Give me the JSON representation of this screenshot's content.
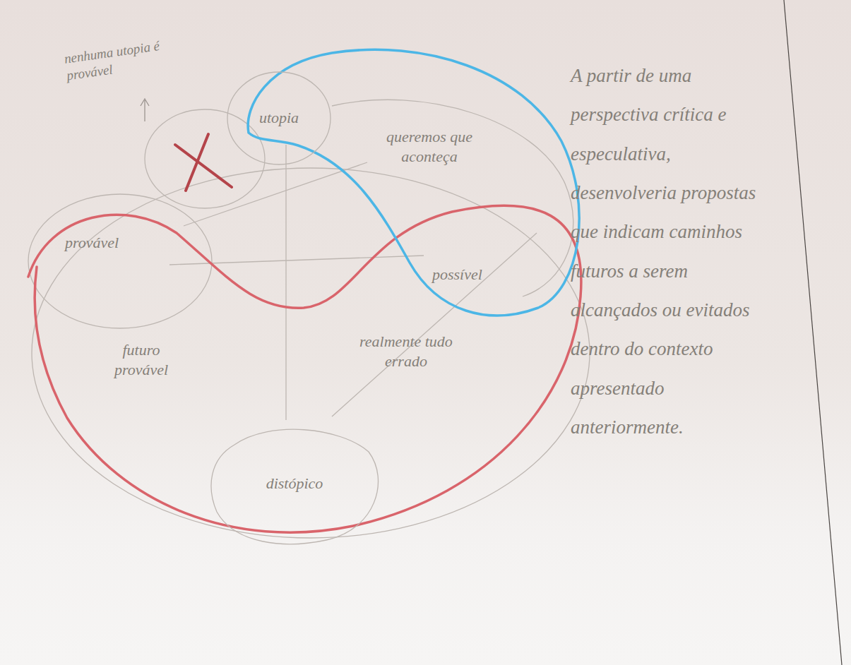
{
  "diagram": {
    "nodes": [
      {
        "text": [
          "utopia"
        ]
      },
      {
        "text": [
          "distópico"
        ]
      }
    ],
    "labels": [
      "nenhuma utopia é provável",
      "queremos que aconteça",
      "provável",
      "possível",
      "futuro provável",
      "realmente tudo errado",
      "A partir de uma perspectiva crítica e especulativa, desenvolveria propostas que indicam caminhos futuros a serem alcançados ou evitados dentro do contexto apresentado anteriormente."
    ]
  }
}
